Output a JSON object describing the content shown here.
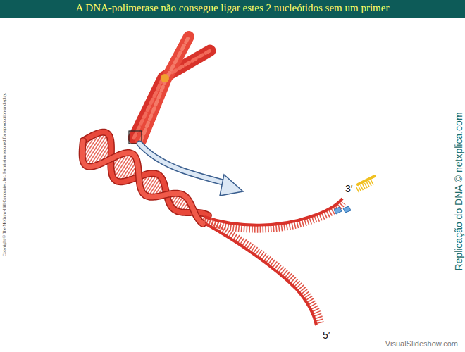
{
  "diagram": {
    "title": "A DNA-polimerase não consegue ligar estes 2 nucleótidos sem um primer",
    "labels": [
      "3′",
      "5′",
      "Replicação do DNA © netxplica.com",
      "Copyright © The McGraw-Hill Companies, Inc. Permission required for reproduction or display.",
      "VisualSlideshow.com"
    ]
  }
}
